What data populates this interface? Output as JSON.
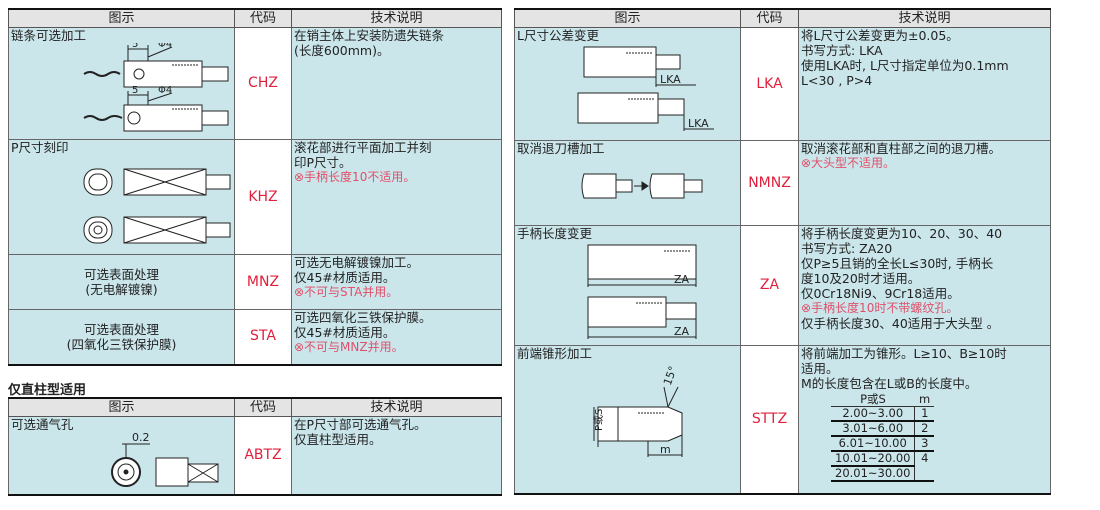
{
  "headers": {
    "figure": "图示",
    "code": "代码",
    "desc": "技术说明"
  },
  "left_rows": [
    {
      "title": "链条可选加工",
      "dims": [
        "5",
        "Φ4"
      ],
      "code": "CHZ",
      "desc": [
        "在销主体上安装防遗失链条",
        "(长度600mm)。"
      ]
    },
    {
      "title": "P尺寸刻印",
      "code": "KHZ",
      "desc": [
        "滚花部进行平面加工并刻",
        "印P尺寸。"
      ],
      "warn": "⊗手柄长度10不适用。"
    },
    {
      "title": "可选表面处理",
      "sub": "(无电解镀镍)",
      "code": "MNZ",
      "desc": [
        "可选无电解镀镍加工。",
        "仅45#材质适用。"
      ],
      "warn": "⊗不可与STA并用。"
    },
    {
      "title": "可选表面处理",
      "sub": "(四氧化三铁保护膜)",
      "code": "STA",
      "desc": [
        "可选四氧化三铁保护膜。",
        "仅45#材质适用。"
      ],
      "warn": "⊗不可与MNZ并用。"
    }
  ],
  "section_title": "仅直柱型适用",
  "bottom_row": {
    "title": "可选通气孔",
    "dim": "0.2",
    "code": "ABTZ",
    "desc": [
      "在P尺寸部可选通气孔。",
      "仅直柱型适用。"
    ]
  },
  "right_rows": [
    {
      "title": "L尺寸公差变更",
      "labels": [
        "LKA",
        "LKA"
      ],
      "code": "LKA",
      "desc": [
        "将L尺寸公差变更为±0.05。",
        "书写方式: LKA",
        "使用LKA时, L尺寸指定单位为0.1mm",
        "L<30 , P>4"
      ]
    },
    {
      "title": "取消退刀槽加工",
      "code": "NMNZ",
      "desc": [
        "取消滚花部和直柱部之间的退刀槽。"
      ],
      "warn": "⊗大头型不适用。"
    },
    {
      "title": "手柄长度变更",
      "labels": [
        "ZA",
        "ZA"
      ],
      "code": "ZA",
      "desc": [
        "将手柄长度变更为10、20、30、40",
        "书写方式: ZA20",
        "仅P≥5且销的全长L≤30时, 手柄长",
        "度10及20时才适用。",
        "仅0Cr18Ni9、9Cr18适用。"
      ],
      "warn": "⊗手柄长度10时不带螺纹孔。",
      "desc2": "仅手柄长度30、40适用于大头型 。"
    },
    {
      "title": "前端锥形加工",
      "labels": {
        "angle": "15°",
        "p": "P或S",
        "m": "m"
      },
      "code": "STTZ",
      "desc": [
        "将前端加工为锥形。L≥10、B≥10时",
        "适用。",
        "M的长度包含在L或B的长度中。"
      ],
      "table": {
        "headers": [
          "P或S",
          "m"
        ],
        "rows": [
          [
            "2.00~3.00",
            "1"
          ],
          [
            "3.01~6.00",
            "2"
          ],
          [
            "6.01~10.00",
            "3"
          ],
          [
            "10.01~20.00",
            "4"
          ],
          [
            "20.01~30.00",
            ""
          ]
        ]
      }
    }
  ]
}
